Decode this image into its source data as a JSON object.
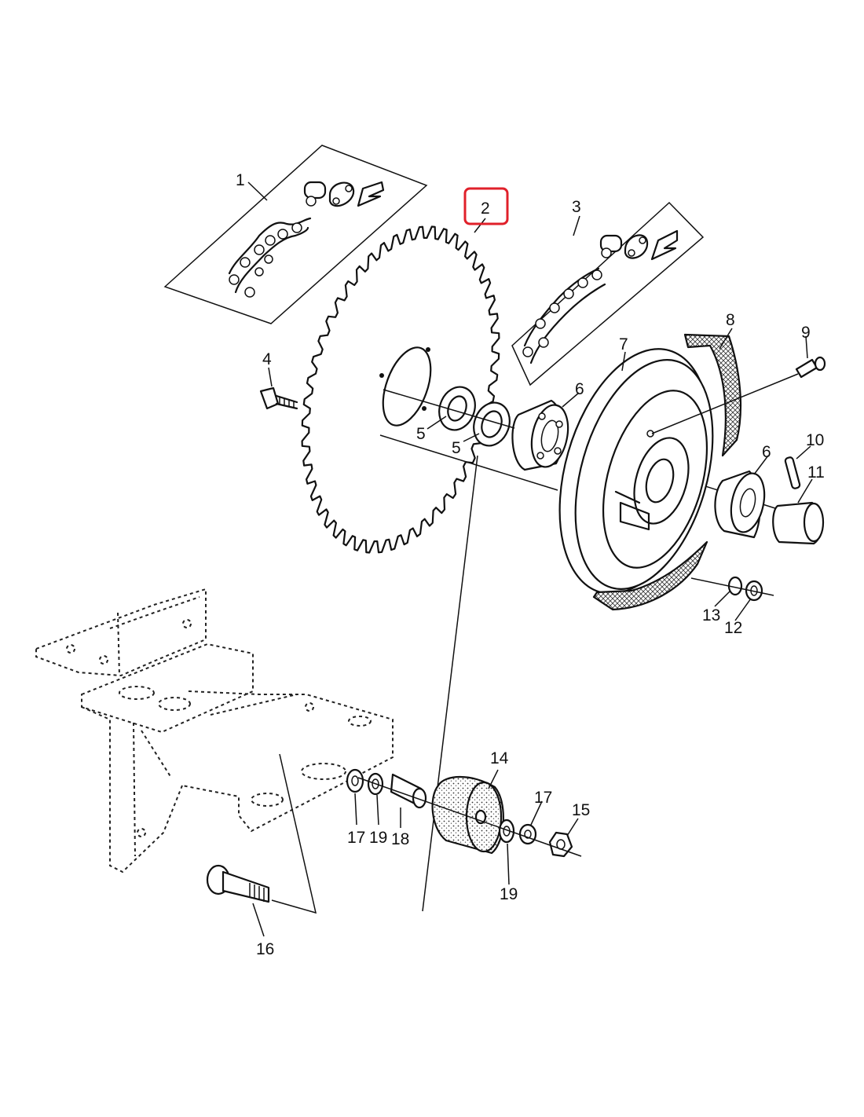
{
  "callouts": [
    {
      "id": "1",
      "label": "1"
    },
    {
      "id": "2",
      "label": "2",
      "highlighted": true
    },
    {
      "id": "3",
      "label": "3"
    },
    {
      "id": "4",
      "label": "4"
    },
    {
      "id": "5a",
      "label": "5"
    },
    {
      "id": "5b",
      "label": "5"
    },
    {
      "id": "6a",
      "label": "6"
    },
    {
      "id": "6b",
      "label": "6"
    },
    {
      "id": "7",
      "label": "7"
    },
    {
      "id": "8",
      "label": "8"
    },
    {
      "id": "9",
      "label": "9"
    },
    {
      "id": "10",
      "label": "10"
    },
    {
      "id": "11",
      "label": "11"
    },
    {
      "id": "12",
      "label": "12"
    },
    {
      "id": "13",
      "label": "13"
    },
    {
      "id": "14",
      "label": "14"
    },
    {
      "id": "15",
      "label": "15"
    },
    {
      "id": "16",
      "label": "16"
    },
    {
      "id": "17a",
      "label": "17"
    },
    {
      "id": "17b",
      "label": "17"
    },
    {
      "id": "18",
      "label": "18"
    },
    {
      "id": "19a",
      "label": "19"
    },
    {
      "id": "19b",
      "label": "19"
    }
  ],
  "colors": {
    "line": "#111111",
    "highlight": "#e0202a",
    "background": "#ffffff"
  }
}
